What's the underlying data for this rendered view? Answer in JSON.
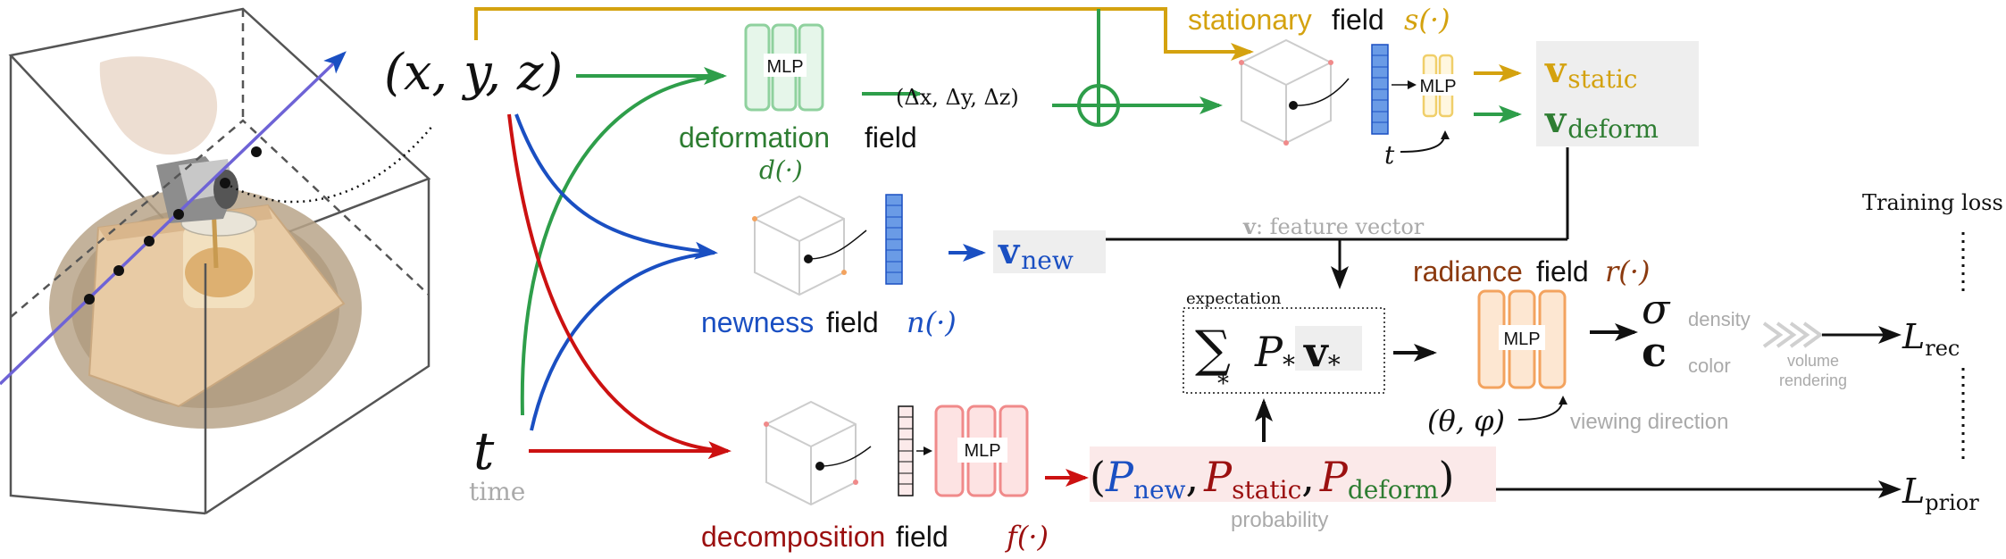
{
  "colors": {
    "green": "#2e9e4a",
    "gold": "#d4a20f",
    "blue": "#1a4fc2",
    "red": "#cc1111",
    "brown": "#8b3a0f",
    "gray": "#a8a8a8",
    "black": "#111111",
    "mlp_green": "#8fd19e",
    "mlp_orange": "#f3a35f",
    "mlp_red": "#f08a8a",
    "mlp_gold": "#f0cf6a",
    "feature_blue": "#6a9be6"
  },
  "input": {
    "coords": "(x, y, z)",
    "time_symbol": "t",
    "time_label": "time"
  },
  "deformation": {
    "mlp": "MLP",
    "output": "(Δx, Δy, Δz)",
    "name_colored": "deformation",
    "name_rest": "field",
    "func": "d(·)"
  },
  "stationary": {
    "name_colored": "stationary",
    "name_rest": "field",
    "func": "s(·)",
    "mlp": "MLP",
    "t_label": "t",
    "v_static_bold": "v",
    "v_static_sub": "static",
    "v_deform_bold": "v",
    "v_deform_sub": "deform"
  },
  "newness": {
    "name_colored": "newness",
    "name_rest": "field",
    "func": "n(·)",
    "v_new_bold": "v",
    "v_new_sub": "new"
  },
  "feature_note": {
    "symbol": "v",
    "text": ": feature vector"
  },
  "expectation": {
    "label": "expectation",
    "sum": "∑",
    "sub": "*",
    "p": "P",
    "v": "v"
  },
  "radiance": {
    "name_colored": "radiance",
    "name_rest": "field",
    "func": "r(·)",
    "mlp": "MLP",
    "sigma": "σ",
    "density": "density",
    "c": "c",
    "color": "color",
    "view_symbol": "(θ, φ)",
    "view_label": "viewing direction",
    "volume": "volume",
    "rendering": "rendering"
  },
  "loss": {
    "title": "Training loss",
    "l_rec": "L",
    "l_rec_sub": "rec",
    "l_prior": "L",
    "l_prior_sub": "prior"
  },
  "decomposition": {
    "mlp": "MLP",
    "name_colored": "decomposition",
    "name_rest": "field",
    "func": "f(·)",
    "p_open": "(",
    "p_new_sub": "new",
    "p_static_sub": "static",
    "p_deform_sub": "deform",
    "p_close": ")",
    "p_symbol": "P",
    "comma": ",",
    "prob_label": "probability"
  }
}
